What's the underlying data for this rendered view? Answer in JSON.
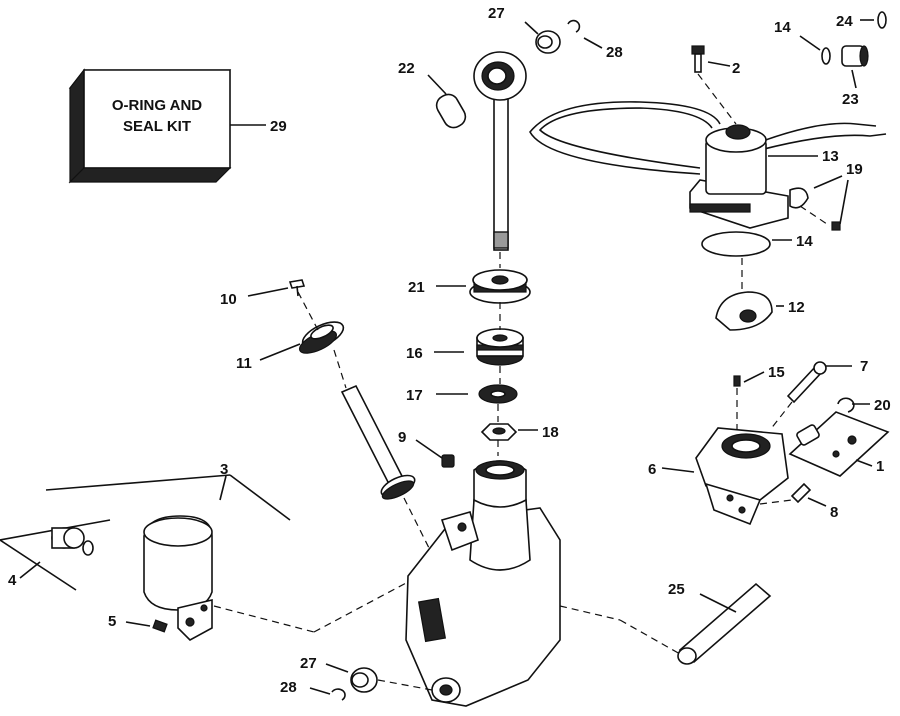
{
  "kit_box": {
    "line1": "O-RING AND",
    "line2": "SEAL KIT"
  },
  "callouts": {
    "c1": "1",
    "c2": "2",
    "c3": "3",
    "c4": "4",
    "c5": "5",
    "c6": "6",
    "c7": "7",
    "c8": "8",
    "c9": "9",
    "c10": "10",
    "c11": "11",
    "c12": "12",
    "c13": "13",
    "c14a": "14",
    "c14b": "14",
    "c15": "15",
    "c16": "16",
    "c17": "17",
    "c18": "18",
    "c19": "19",
    "c20": "20",
    "c21": "21",
    "c22": "22",
    "c23": "23",
    "c24": "24",
    "c25": "25",
    "c27a": "27",
    "c27b": "27",
    "c28a": "28",
    "c28b": "28",
    "c29": "29"
  }
}
